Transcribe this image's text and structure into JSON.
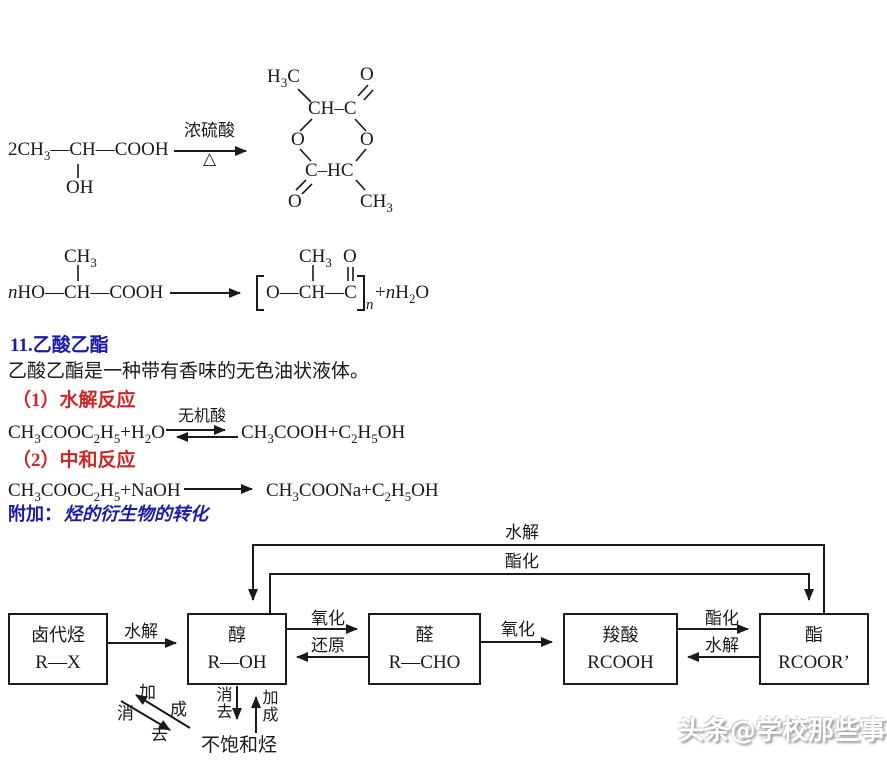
{
  "colors": {
    "accent_blue": "#1b1ba8",
    "accent_red": "#cd2727",
    "ink": "#1a1a1a"
  },
  "reaction1": {
    "reactant": "2CH~3~—CH—COOH",
    "reactant_oh": "OH",
    "condition_top": "浓硫酸",
    "condition_bottom": "△",
    "ring": {
      "h3c_top": "H~3~C",
      "o_top": "O",
      "ch_c": "CH–C",
      "o_left": "O",
      "o_right": "O",
      "c_hc": "C–HC",
      "o_bottom": "O",
      "ch3_bottom": "CH~3~"
    }
  },
  "reaction2": {
    "ch3_above": "CH~3~",
    "reactant": "*n*HO—CH—COOH",
    "product_ch3": "CH~3~",
    "product_o": "O",
    "product_chain": "O—CH—C",
    "repeat_sub": "*n*",
    "plus_water": "+*n*H~2~O"
  },
  "section11": {
    "heading": "11.乙酸乙酯",
    "description": "乙酸乙酯是一种带有香味的无色油状液体。",
    "sub1": "（1）水解反应",
    "eq1_left": "CH~3~COOC~2~H~5~+H~2~O",
    "eq1_condition": "无机酸",
    "eq1_right": "CH~3~COOH+C~2~H~5~OH",
    "sub2": "（2）中和反应",
    "eq2_left": "CH~3~COOC~2~H~5~+NaOH",
    "eq2_right": "CH~3~COONa+C~2~H~5~OH"
  },
  "appendix": {
    "label": "附加：",
    "title": "烃的衍生物的转化"
  },
  "diagram": {
    "top_outer_label": "水解",
    "top_inner_label": "酯化",
    "boxes": [
      {
        "name": "卤代烃",
        "formula": "R—X"
      },
      {
        "name": "醇",
        "formula": "R—OH"
      },
      {
        "name": "醛",
        "formula": "R—CHO"
      },
      {
        "name": "羧酸",
        "formula": "RCOOH"
      },
      {
        "name": "酯",
        "formula": "RCOOR’"
      }
    ],
    "edge_labels": {
      "hydrolysis1": "水解",
      "oxidation1": "氧化",
      "reduction": "还原",
      "oxidation2": "氧化",
      "esterification": "酯化",
      "hydrolysis2": "水解"
    },
    "bottom": {
      "elimination_vertical": "消去",
      "addition_vertical": "加成",
      "diag_jia": "加",
      "diag_cheng": "成",
      "diag_xiao": "消",
      "diag_qu": "去",
      "unsaturated": "不饱和烃"
    }
  },
  "watermark": "头条@学校那些事"
}
